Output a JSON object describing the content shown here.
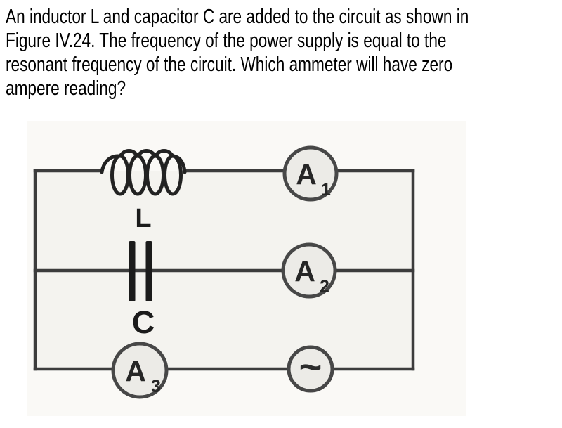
{
  "question": {
    "lines": [
      "An inductor L and capacitor C are added to the circuit as shown in",
      "Figure IV.24. The frequency of the power supply is equal to the",
      "resonant frequency of the circuit. Which ammeter will have zero",
      "ampere reading?"
    ]
  },
  "figure": {
    "type": "circuit-diagram",
    "inductor_label": "L",
    "capacitor_label": "C",
    "ammeters": [
      {
        "letter": "A",
        "sub": "1",
        "branch": "top (inductor branch)"
      },
      {
        "letter": "A",
        "sub": "2",
        "branch": "middle (capacitor branch)"
      },
      {
        "letter": "A",
        "sub": "3",
        "branch": "bottom (source branch)"
      }
    ],
    "ac_source_symbol": "~",
    "colors": {
      "wire": "#3c3c3c",
      "component": "#1b1b1b",
      "meter_fill": "#ecebe7",
      "meter_stroke": "#474747",
      "circuit_interior": "#f4f3ef",
      "scan_background": "#faf9f6",
      "text": "#000000"
    }
  }
}
